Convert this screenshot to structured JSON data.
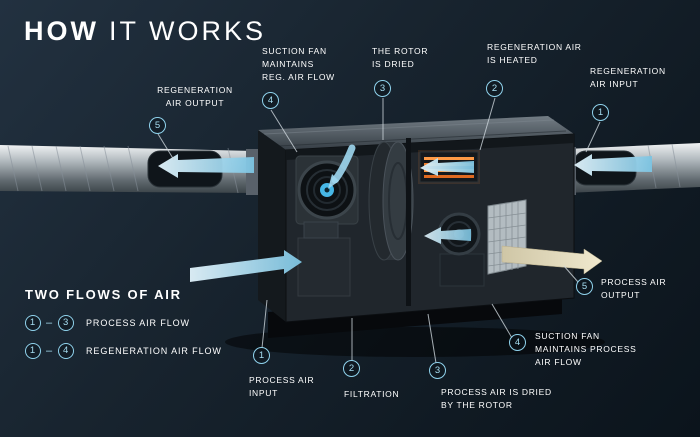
{
  "colors": {
    "background": "#18242f",
    "accent_blue": "#8fd2ec",
    "text": "#ffffff",
    "heater_orange": "#f08a3c",
    "process_output_beige": "#e9e0c2"
  },
  "title": {
    "bold": "HOW",
    "rest": "IT WORKS"
  },
  "legend": {
    "title": "TWO FLOWS OF AIR",
    "dash": "–",
    "items": [
      {
        "from": "1",
        "to": "3",
        "label": "PROCESS AIR FLOW"
      },
      {
        "from": "1",
        "to": "4",
        "label": "REGENERATION AIR FLOW"
      }
    ]
  },
  "callouts": [
    {
      "num": "5",
      "label": "REGENERATION\nAIR OUTPUT"
    },
    {
      "num": "4",
      "label": "SUCTION FAN\nMAINTAINS\nREG. AIR FLOW"
    },
    {
      "num": "3",
      "label": "THE ROTOR\nIS DRIED"
    },
    {
      "num": "2",
      "label": "REGENERATION AIR\nIS HEATED"
    },
    {
      "num": "1",
      "label": "REGENERATION\nAIR INPUT"
    },
    {
      "num": "5",
      "label": "PROCESS AIR\nOUTPUT"
    },
    {
      "num": "4",
      "label": "SUCTION FAN\nMAINTAINS PROCESS\nAIR FLOW"
    },
    {
      "num": "3",
      "label": "PROCESS AIR IS DRIED\nBY THE ROTOR"
    },
    {
      "num": "2",
      "label": "FILTRATION"
    },
    {
      "num": "1",
      "label": "PROCESS AIR\nINPUT"
    }
  ]
}
